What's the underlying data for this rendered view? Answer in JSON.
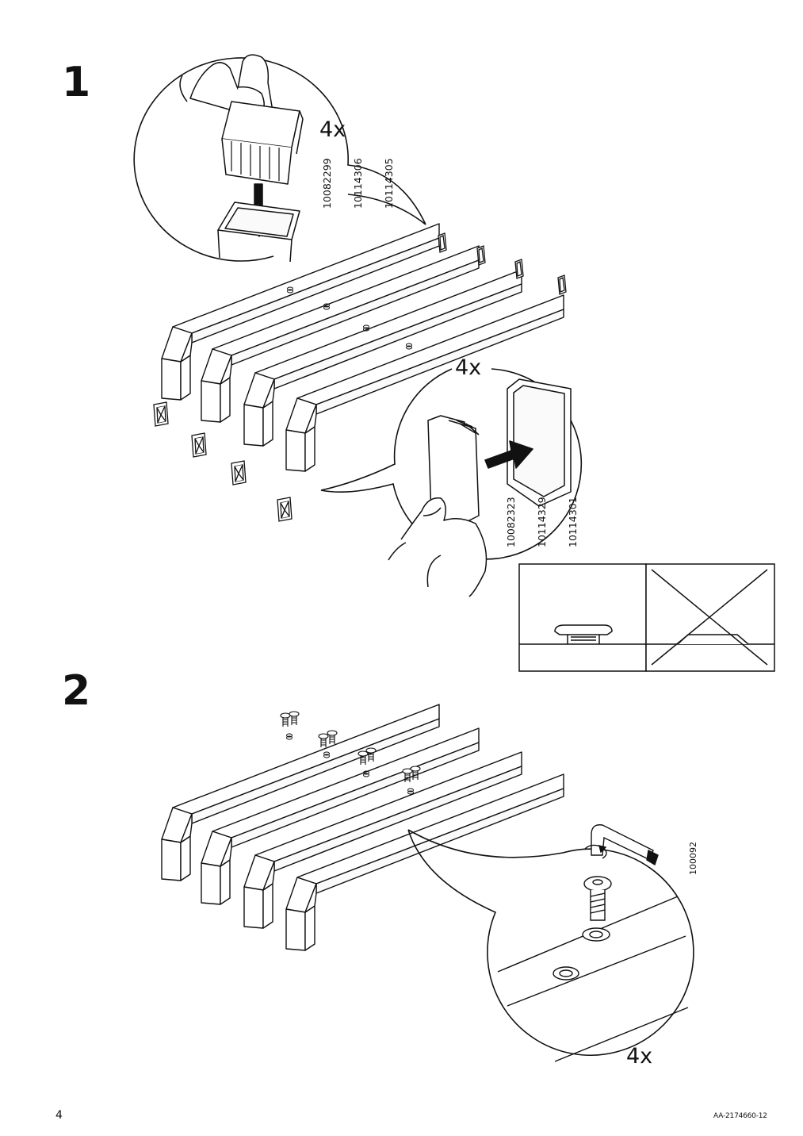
{
  "steps": [
    {
      "number": "1",
      "callout_top": {
        "quantity": "4x",
        "article_numbers": [
          "10082299",
          "10114306",
          "10114305"
        ]
      },
      "callout_bottom": {
        "quantity": "4x",
        "article_numbers": [
          "10082323",
          "10114329",
          "10114301"
        ]
      }
    },
    {
      "number": "2",
      "tool_article_number": "100092",
      "callout": {
        "quantity": "4x"
      }
    }
  ],
  "footer": {
    "page_number": "4",
    "document_code": "AA-2174660-12"
  }
}
